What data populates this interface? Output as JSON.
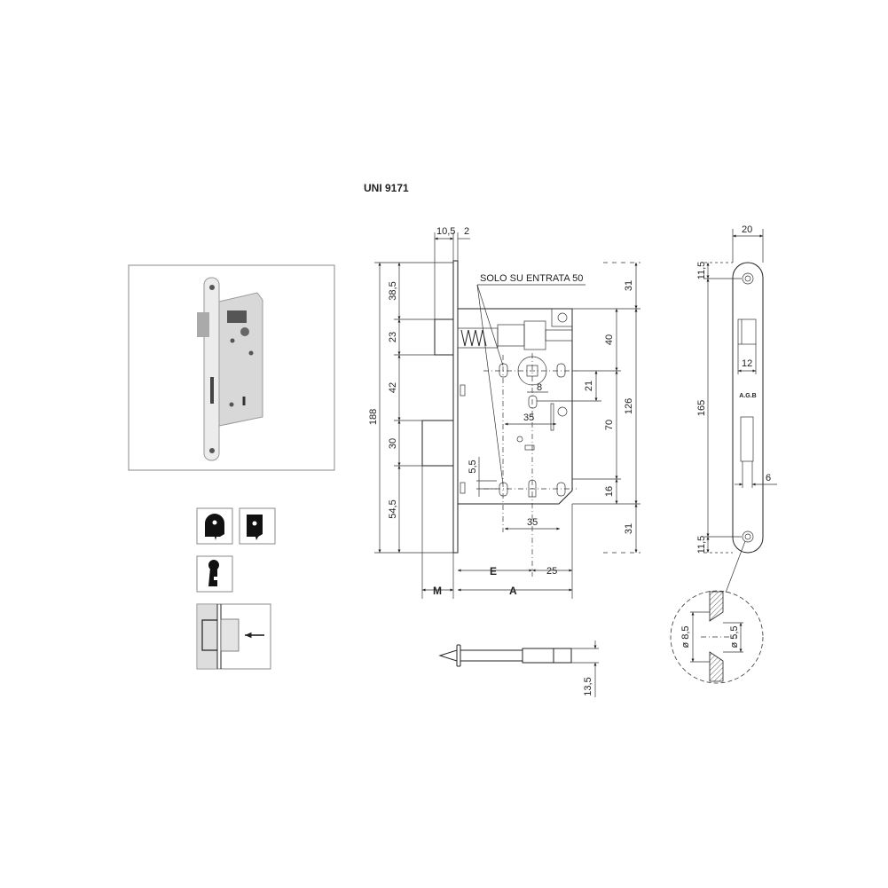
{
  "title": "UNI 9171",
  "note": "SOLO SU ENTRATA 50",
  "brand": "A.G.B",
  "lock_dims": {
    "top_backset": "10,5",
    "top_plate": "2",
    "left_total": "188",
    "left_segments": [
      "38,5",
      "23",
      "42",
      "30",
      "54,5"
    ],
    "right_outer": [
      "31",
      "126",
      "31"
    ],
    "right_inner": [
      "40",
      "70",
      "16"
    ],
    "spindle_to_screw": "21",
    "spindle_square": "8",
    "hole_spacing_top": "35",
    "hole_spacing_bottom": "35",
    "keyhole_offset": "5,5",
    "e_label": "E",
    "a_label": "A",
    "m_label": "M",
    "right_margin": "25"
  },
  "faceplate_dims": {
    "width": "20",
    "end_top": "11,5",
    "hole_distance": "165",
    "end_bottom": "11,5",
    "latch_width": "12",
    "bolt_width": "6",
    "hole_outer": "ø 8,5",
    "hole_inner": "ø 5,5"
  },
  "pin_dims": {
    "diameter": "13,5"
  }
}
